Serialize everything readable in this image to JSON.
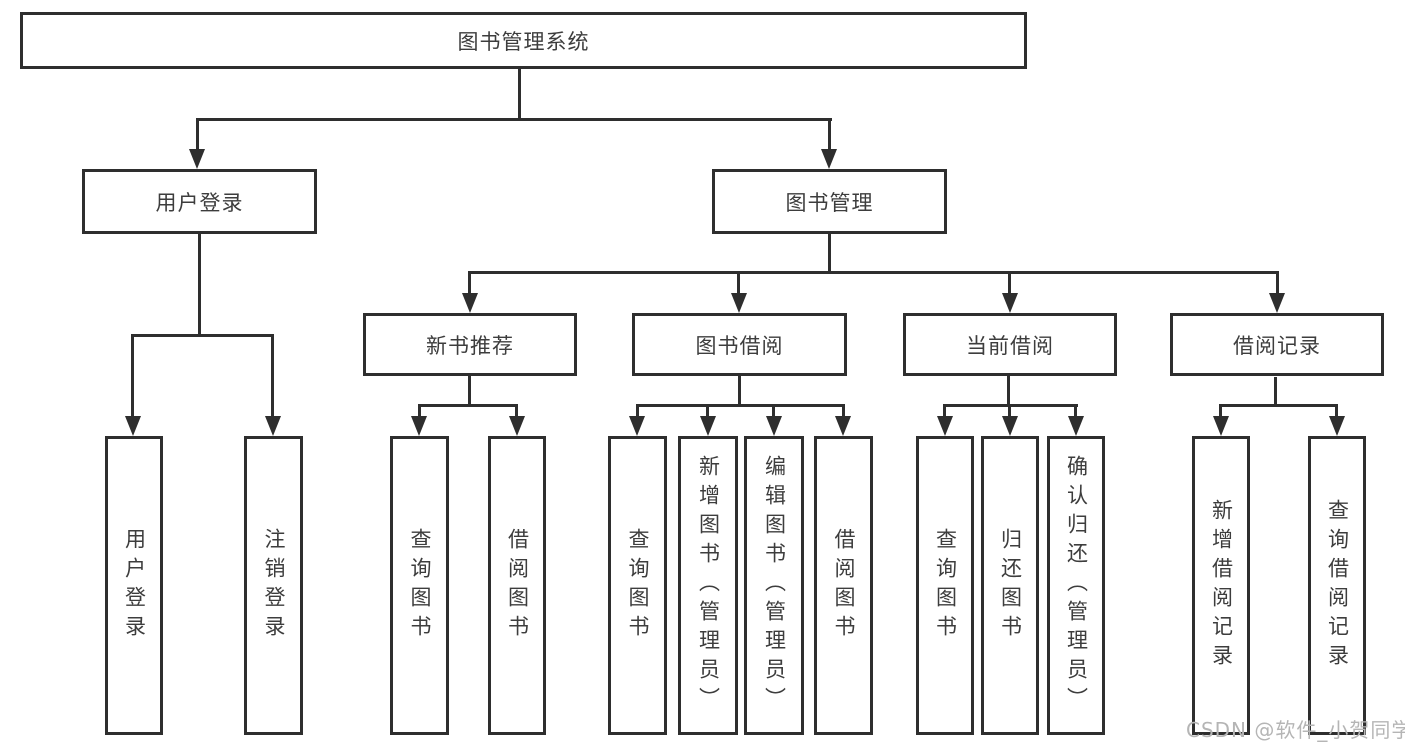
{
  "diagram": {
    "type": "hierarchy-tree",
    "root": {
      "label": "图书管理系统"
    },
    "level2": {
      "user_login": {
        "label": "用户登录"
      },
      "book_management": {
        "label": "图书管理"
      }
    },
    "level3": {
      "new_book_recommend": {
        "label": "新书推荐",
        "parent": "图书管理"
      },
      "book_borrowing": {
        "label": "图书借阅",
        "parent": "图书管理"
      },
      "current_borrowing": {
        "label": "当前借阅",
        "parent": "图书管理"
      },
      "borrowing_records": {
        "label": "借阅记录",
        "parent": "图书管理"
      }
    },
    "leaves": {
      "user_login": {
        "login": "用户登录",
        "logout": "注销登录"
      },
      "new_book_recommend": {
        "query_books": "查询图书",
        "borrow_books": "借阅图书"
      },
      "book_borrowing": {
        "query_books": "查询图书",
        "add_books_admin": "新增图书（管理员）",
        "edit_books_admin": "编辑图书（管理员）",
        "borrow_books": "借阅图书"
      },
      "current_borrowing": {
        "query_books": "查询图书",
        "return_books": "归还图书",
        "confirm_return_admin": "确认归还（管理员）"
      },
      "borrowing_records": {
        "add_record": "新增借阅记录",
        "query_record": "查询借阅记录"
      }
    }
  },
  "watermark": {
    "text": "CSDN @软件_小贺同学"
  },
  "colors": {
    "line": "#2e2e2e",
    "box_border": "#2e2e2e",
    "text": "#3d3d3d",
    "background": "#ffffff",
    "watermark": "#b5b5b5"
  }
}
